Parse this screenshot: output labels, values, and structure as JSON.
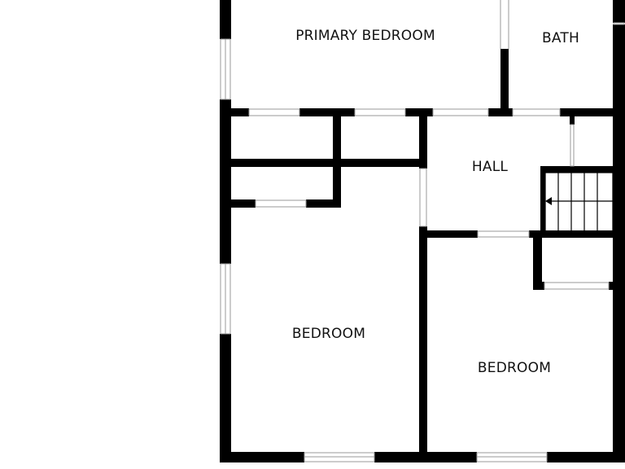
{
  "rooms": {
    "primary_bedroom": "PRIMARY BEDROOM",
    "bath": "BATH",
    "hall": "HALL",
    "bedroom_left": "BEDROOM",
    "bedroom_right": "BEDROOM"
  },
  "colors": {
    "wall": "#000000",
    "background": "#ffffff",
    "window_line": "#9a9a9a"
  }
}
